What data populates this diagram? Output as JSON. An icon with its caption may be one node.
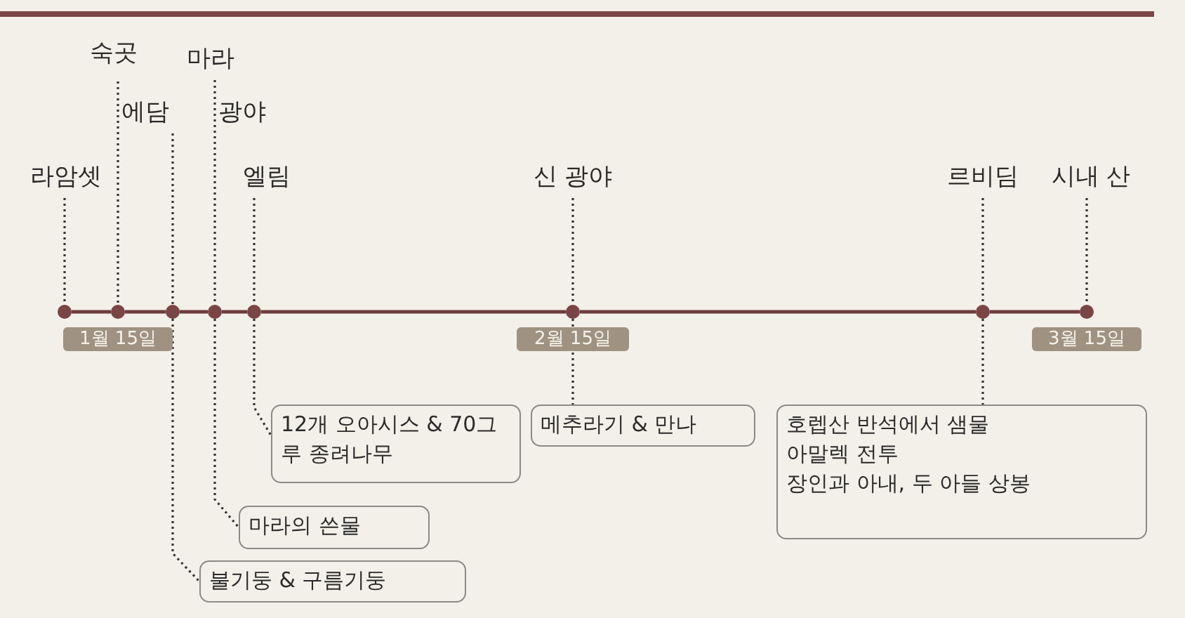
{
  "diagram": {
    "nodes": [
      {
        "text": [
          "숙곳"
        ]
      },
      {
        "text": [
          "마라"
        ]
      },
      {
        "text": [
          "에담 광야"
        ]
      },
      {
        "text": [
          "라암셋"
        ]
      },
      {
        "text": [
          "엘림"
        ]
      },
      {
        "text": [
          "신 광야"
        ]
      },
      {
        "text": [
          "르비딤"
        ]
      },
      {
        "text": [
          "시내 산"
        ]
      },
      {
        "text": [],
        "shape": "circle"
      },
      {
        "text": [],
        "shape": "circle"
      },
      {
        "text": [],
        "shape": "circle"
      },
      {
        "text": [],
        "shape": "circle"
      },
      {
        "text": [],
        "shape": "circle"
      },
      {
        "text": [],
        "shape": "circle"
      },
      {
        "text": [],
        "shape": "circle"
      },
      {
        "text": [],
        "shape": "circle"
      },
      {
        "text": [
          "1월 15일"
        ]
      },
      {
        "text": [
          "2월 15일"
        ]
      },
      {
        "text": [
          "3월 15일"
        ]
      },
      {
        "text": [
          "12개 오아시스 & 70그루 종려나무"
        ]
      },
      {
        "text": [
          "메추라기 & 만나"
        ]
      },
      {
        "text": [
          "호렙산 반석에서 샘물",
          "아말렉 전투",
          "장인과 아내, 두 아들 상봉"
        ]
      },
      {
        "text": [
          "마라의 쓴물"
        ]
      },
      {
        "text": [
          "불기둥 & 구름기둥"
        ]
      }
    ],
    "edges": [
      {
        "from": 3,
        "to": 8,
        "arrow": "none",
        "style": "dashed"
      },
      {
        "from": 0,
        "to": 9,
        "arrow": "none",
        "style": "dashed"
      },
      {
        "from": 2,
        "to": 10,
        "arrow": "none",
        "style": "dashed"
      },
      {
        "from": 1,
        "to": 11,
        "arrow": "none",
        "style": "dashed"
      },
      {
        "from": 4,
        "to": 12,
        "arrow": "none",
        "style": "dashed"
      },
      {
        "from": 5,
        "to": 13,
        "arrow": "none",
        "style": "dashed"
      },
      {
        "from": 6,
        "to": 14,
        "arrow": "none",
        "style": "dashed"
      },
      {
        "from": 7,
        "to": 15,
        "arrow": "none",
        "style": "dashed"
      },
      {
        "from": 10,
        "to": 23,
        "arrow": "none",
        "style": "dashed"
      },
      {
        "from": 11,
        "to": 22,
        "arrow": "none",
        "style": "dashed"
      },
      {
        "from": 12,
        "to": 19,
        "arrow": "none",
        "style": "dashed"
      },
      {
        "from": 13,
        "to": 20,
        "arrow": "none",
        "style": "dashed"
      },
      {
        "from": 14,
        "to": 21,
        "arrow": "none",
        "style": "dashed"
      },
      {
        "from": 8,
        "to": 9,
        "arrow": "none",
        "color": "#6e3d3d"
      },
      {
        "from": 9,
        "to": 10,
        "arrow": "none",
        "color": "#6e3d3d"
      },
      {
        "from": 10,
        "to": 11,
        "arrow": "none",
        "color": "#6e3d3d"
      },
      {
        "from": 11,
        "to": 12,
        "arrow": "none",
        "color": "#6e3d3d"
      },
      {
        "from": 12,
        "to": 13,
        "arrow": "none",
        "color": "#6e3d3d"
      },
      {
        "from": 13,
        "to": 14,
        "arrow": "none",
        "color": "#6e3d3d"
      },
      {
        "from": 14,
        "to": 15,
        "arrow": "none",
        "color": "#6e3d3d"
      }
    ]
  }
}
